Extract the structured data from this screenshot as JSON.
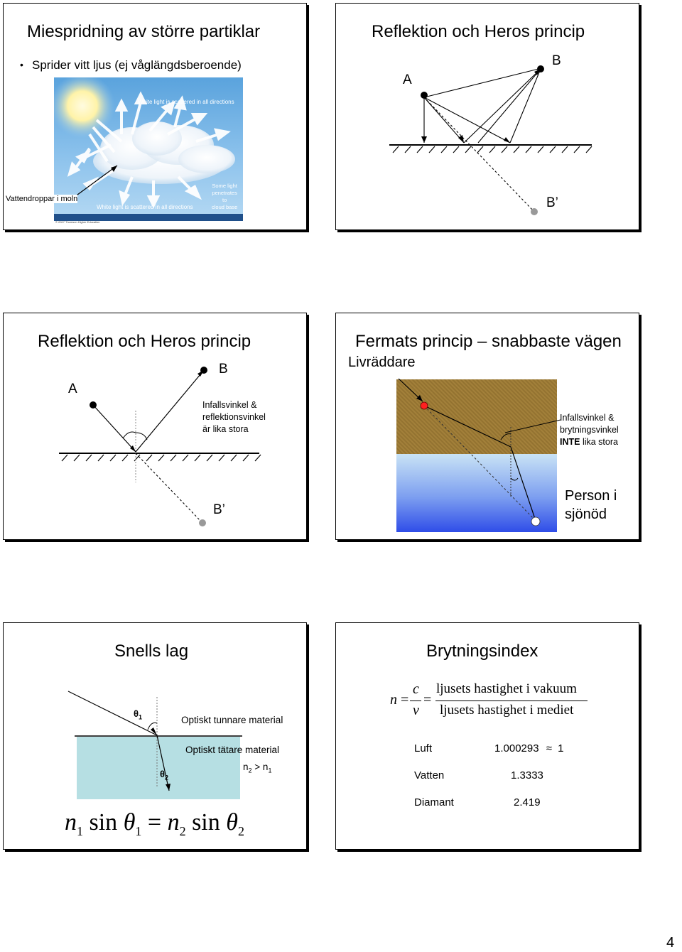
{
  "slide1": {
    "title": "Miespridning av större partiklar",
    "bullet": "Sprider vitt ljus (ej våglängdsberoende)",
    "image_caption_top": "White light is scattered in all directions",
    "image_caption_bottom": "White light is scattered in all directions",
    "image_side_note": [
      "Some light",
      "penetrates",
      "to",
      "cloud base"
    ],
    "image_credit": "© 2007 Thomson Higher Education",
    "label_droplets": "Vattendroppar i moln"
  },
  "slide2": {
    "title": "Reflektion och Heros princip",
    "label_a": "A",
    "label_b": "B",
    "label_b_image": "B’"
  },
  "slide3": {
    "title": "Reflektion och Heros princip",
    "label_a": "A",
    "label_b": "B",
    "label_b_image": "B’",
    "note": [
      "Infallsvinkel &",
      "reflektionsvinkel",
      "är lika stora"
    ]
  },
  "slide4": {
    "title": "Fermats princip – snabbaste vägen",
    "label_rescuer": "Livräddare",
    "note": [
      "Infallsvinkel &",
      "brytningsvinkel"
    ],
    "note_inte": "INTE",
    "note_rest": " lika stora",
    "label_person": [
      "Person i",
      "sjönöd"
    ],
    "colors": {
      "sand": "#9c7a36",
      "water_top": "#c9e3f5",
      "water_bottom": "#2f4de8",
      "rescuer": "#ff2020"
    }
  },
  "slide5": {
    "title": "Snells lag",
    "theta1": "θ",
    "theta1_sub": "1",
    "theta2": "θ",
    "theta2_sub": "2",
    "label_thin": "Optiskt tunnare material",
    "label_dense": "Optiskt tätare material",
    "condition_n2": "n",
    "condition_n2_sub": "2",
    "condition_gt": " > n",
    "condition_n1_sub": "1",
    "formula": {
      "n1": "n",
      "sub1": "1",
      "sin": "sin",
      "theta": "θ",
      "eq": "=",
      "n2": "n",
      "sub2": "2"
    },
    "colors": {
      "dense_material": "#b6dfe3"
    }
  },
  "slide6": {
    "title": "Brytningsindex",
    "formula": {
      "n": "n",
      "eq": "=",
      "c": "c",
      "v": "v",
      "numerator": "ljusets hastighet i vakuum",
      "denominator": "ljusets hastighet i mediet"
    },
    "rows": [
      {
        "name": "Luft",
        "value": "1.000293",
        "approx": "≈",
        "approx_value": "1"
      },
      {
        "name": "Vatten",
        "value": "1.3333"
      },
      {
        "name": "Diamant",
        "value": "2.419"
      }
    ]
  },
  "page_number": "4"
}
